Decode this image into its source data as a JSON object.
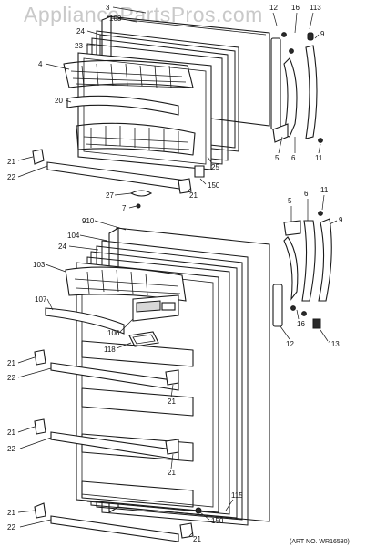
{
  "watermark": "AppliancePartsPros.com",
  "art_number": "(ART NO. WR16580)",
  "callouts_upper": {
    "c3": "3",
    "c103a": "103",
    "c24a": "24",
    "c23": "23",
    "c4": "4",
    "c20": "20",
    "c12a": "12",
    "c16a": "16",
    "c113a": "113",
    "c9a": "9",
    "c5a": "5",
    "c6a": "6",
    "c11a": "11",
    "c25": "25",
    "c150a": "150",
    "c21a": "21",
    "c22a": "22",
    "c21b": "21",
    "c27": "27",
    "c7": "7"
  },
  "callouts_lower": {
    "c910": "910",
    "c104": "104",
    "c24b": "24",
    "c103b": "103",
    "c107": "107",
    "c106": "106",
    "c118": "118",
    "c5b": "5",
    "c6b": "6",
    "c11b": "11",
    "c9b": "9",
    "c16b": "16",
    "c12b": "12",
    "c113b": "113",
    "c21c": "21",
    "c22b": "22",
    "c21d": "21",
    "c21e": "21",
    "c22c": "22",
    "c21f": "21",
    "c21g": "21",
    "c22d": "22",
    "c115": "115",
    "c150b": "150",
    "c21h": "21"
  }
}
